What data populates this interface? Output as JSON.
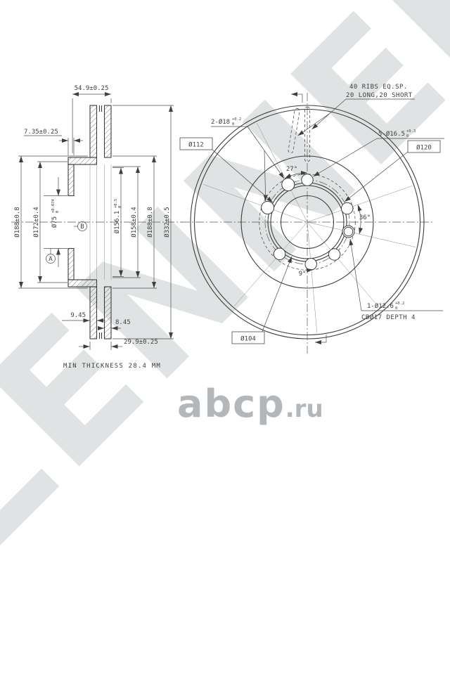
{
  "watermark": {
    "brand": "ZENNEK"
  },
  "logo": {
    "name": "abcp",
    "tld": ".ru"
  },
  "section_view": {
    "overall_width": "54.9±0.25",
    "hub_face_thickness": "7.35±0.25",
    "dia_friction_inner_left": "Ø188±0.8",
    "dia_hub_face": "Ø172±0.4",
    "dia_bore": {
      "main": "Ø75",
      "tol_hi": "+0.074",
      "tol_lo": "0"
    },
    "dia_vent_inner": {
      "main": "Ø156.1",
      "tol_hi": "+0.5",
      "tol_lo": "0"
    },
    "dia_158": "Ø158±0.4",
    "dia_friction_inner_right": "Ø188±0.8",
    "dia_outer": "Ø332±0.5",
    "plate_outboard": "9.45",
    "plate_inboard": "8.45",
    "total_thickness": "29.9±0.25",
    "min_thickness_note": "MIN THICKNESS 28.4 MM",
    "datum_a": "A",
    "datum_b": "B"
  },
  "front_view": {
    "ribs_note_line1": "40 RIBS EQ.SP.",
    "ribs_note_line2": "20 LONG,20 SHORT",
    "wheel_holes": {
      "main": "2-Ø18",
      "tol_hi": "+0.2",
      "tol_lo": "0"
    },
    "bolt_holes": {
      "main": "5-Ø16.5",
      "tol_hi": "+0.3",
      "tol_lo": "0"
    },
    "dia_112": "Ø112",
    "dia_120": "Ø120",
    "dia_104": "Ø104",
    "pin_hole": {
      "main": "1-Ø12.6",
      "tol_hi": "+0.2",
      "tol_lo": "0"
    },
    "counterbore_note": "CBØ17 DEPTH 4",
    "angle_top": "27°",
    "angle_right": "36°",
    "angle_bottom": "9°"
  }
}
